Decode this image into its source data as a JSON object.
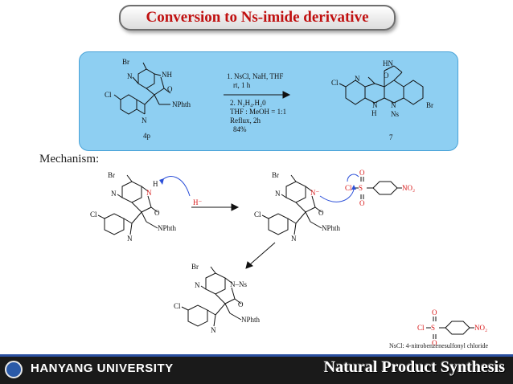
{
  "slide": {
    "title": "Conversion to Ns-imide derivative",
    "mechanism_label": "Mechanism:",
    "footer": {
      "university": "HANYANG UNIVERSITY",
      "course": "Natural Product Synthesis"
    },
    "note": "NsCl: 4-nitrobenzenesulfonyl chloride"
  },
  "scheme": {
    "reactant_label": "4p",
    "product_label": "7",
    "conditions": {
      "line1": "1. NsCl, NaH, THF",
      "line2": "rt, 1 h",
      "line3": "2. N₂H₄.H₂0",
      "line4": "THF : MeOH = 1:1",
      "line5": "Reflux, 2h",
      "line6": "84%"
    }
  },
  "atoms": {
    "Br": "Br",
    "N3": "N",
    "NH": "NH",
    "N": "N",
    "H": "H",
    "O": "O",
    "Cl": "Cl",
    "NPhth": "NPhth",
    "HN": "HN",
    "Ns": "Ns",
    "Hbase": "H⁻",
    "Nminus": "N⁻",
    "S": "S",
    "NO2": "NO₂",
    "ClS": "Cl",
    "NNs": "N–Ns"
  },
  "colors": {
    "title": "#c01010",
    "box": "#8ecff2",
    "box_border": "#4aa3d8",
    "arrow_blue": "#2b4fd8",
    "red_atom": "#d81818",
    "footer_bg": "#1a1a1a"
  }
}
